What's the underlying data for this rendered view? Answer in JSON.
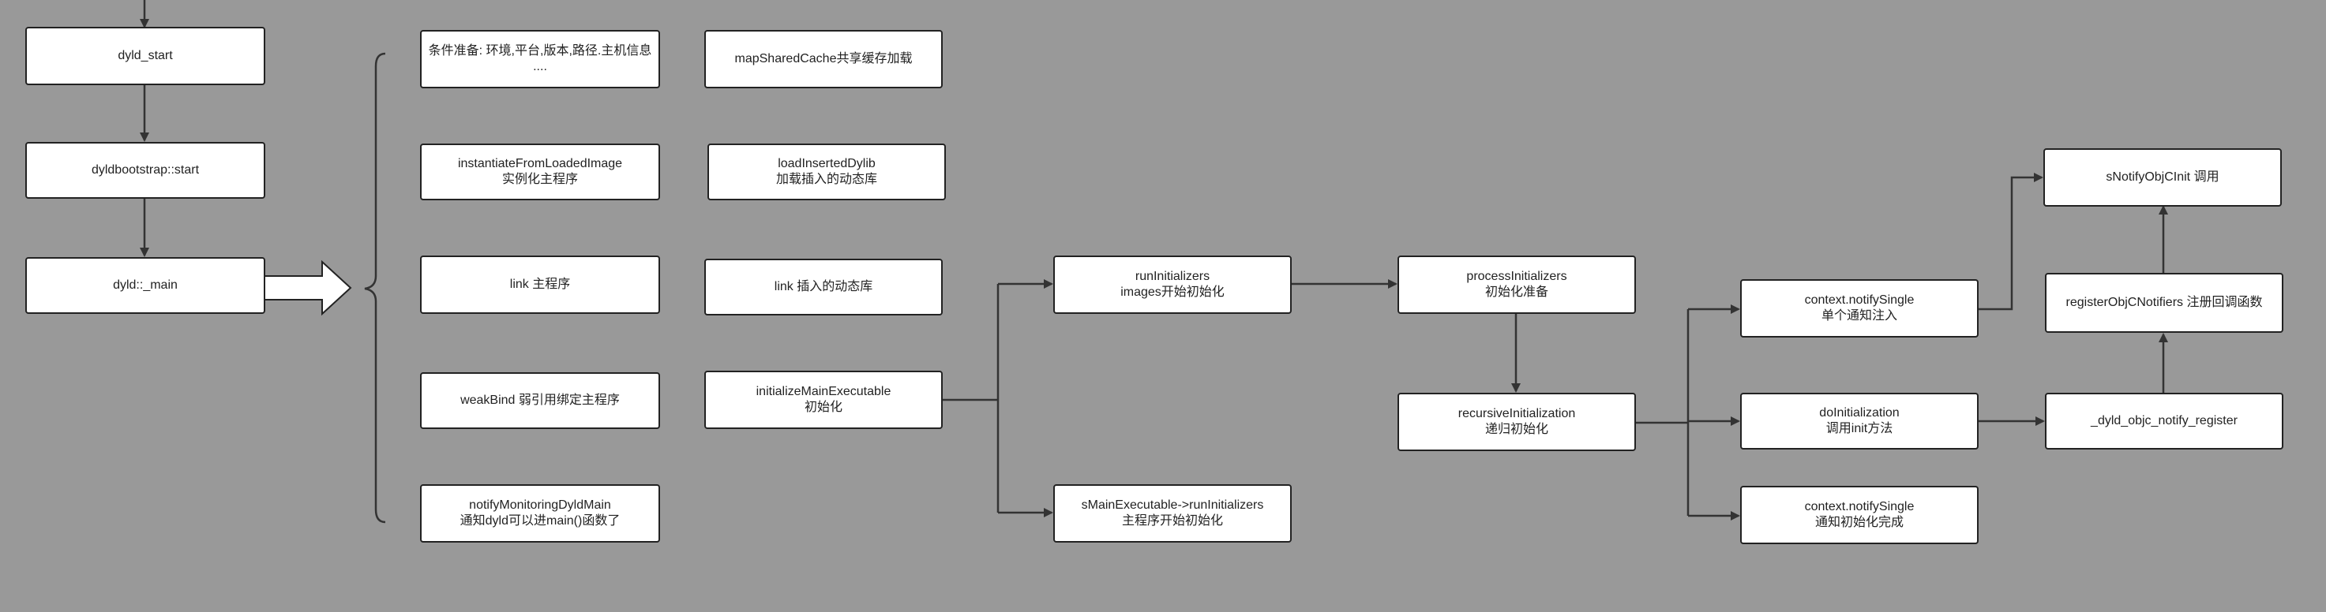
{
  "colors": {
    "background": "#999999",
    "node_fill": "#ffffff",
    "stroke": "#333333"
  },
  "nodes": {
    "dyld_start": [
      "dyld_start"
    ],
    "bootstrap": [
      "dyldbootstrap::start"
    ],
    "main": [
      "dyld::_main"
    ],
    "conditions": [
      "条件准备: 环境,平台,版本,路径.主机信息",
      "...."
    ],
    "map_cache": [
      "mapSharedCache共享缓存加载"
    ],
    "instantiate": [
      "instantiateFromLoadedImage",
      "实例化主程序"
    ],
    "load_dylib": [
      "loadInsertedDylib",
      "加载插入的动态库"
    ],
    "link_main": [
      "link 主程序"
    ],
    "link_dylib": [
      "link 插入的动态库"
    ],
    "weakbind": [
      "weakBind 弱引用绑定主程序"
    ],
    "init_main": [
      "initializeMainExecutable",
      "初始化"
    ],
    "notify_monitor": [
      "notifyMonitoringDyldMain",
      "通知dyld可以进main()函数了"
    ],
    "run_init": [
      "runInitializers",
      "images开始初始化"
    ],
    "smain_run": [
      "sMainExecutable->runInitializers",
      "主程序开始初始化"
    ],
    "process_init": [
      "processInitializers",
      "初始化准备"
    ],
    "recursive_init": [
      "recursiveInitialization",
      "递归初始化"
    ],
    "notify_single_1": [
      "context.notifySingle",
      "单个通知注入"
    ],
    "do_init": [
      "doInitialization",
      "调用init方法"
    ],
    "notify_single_2": [
      "context.notifySingle",
      "通知初始化完成"
    ],
    "snotify": [
      "sNotifyObjCInit 调用"
    ],
    "register": [
      "registerObjCNotifiers 注册回调函数"
    ],
    "objc_register": [
      "_dyld_objc_notify_register"
    ]
  }
}
